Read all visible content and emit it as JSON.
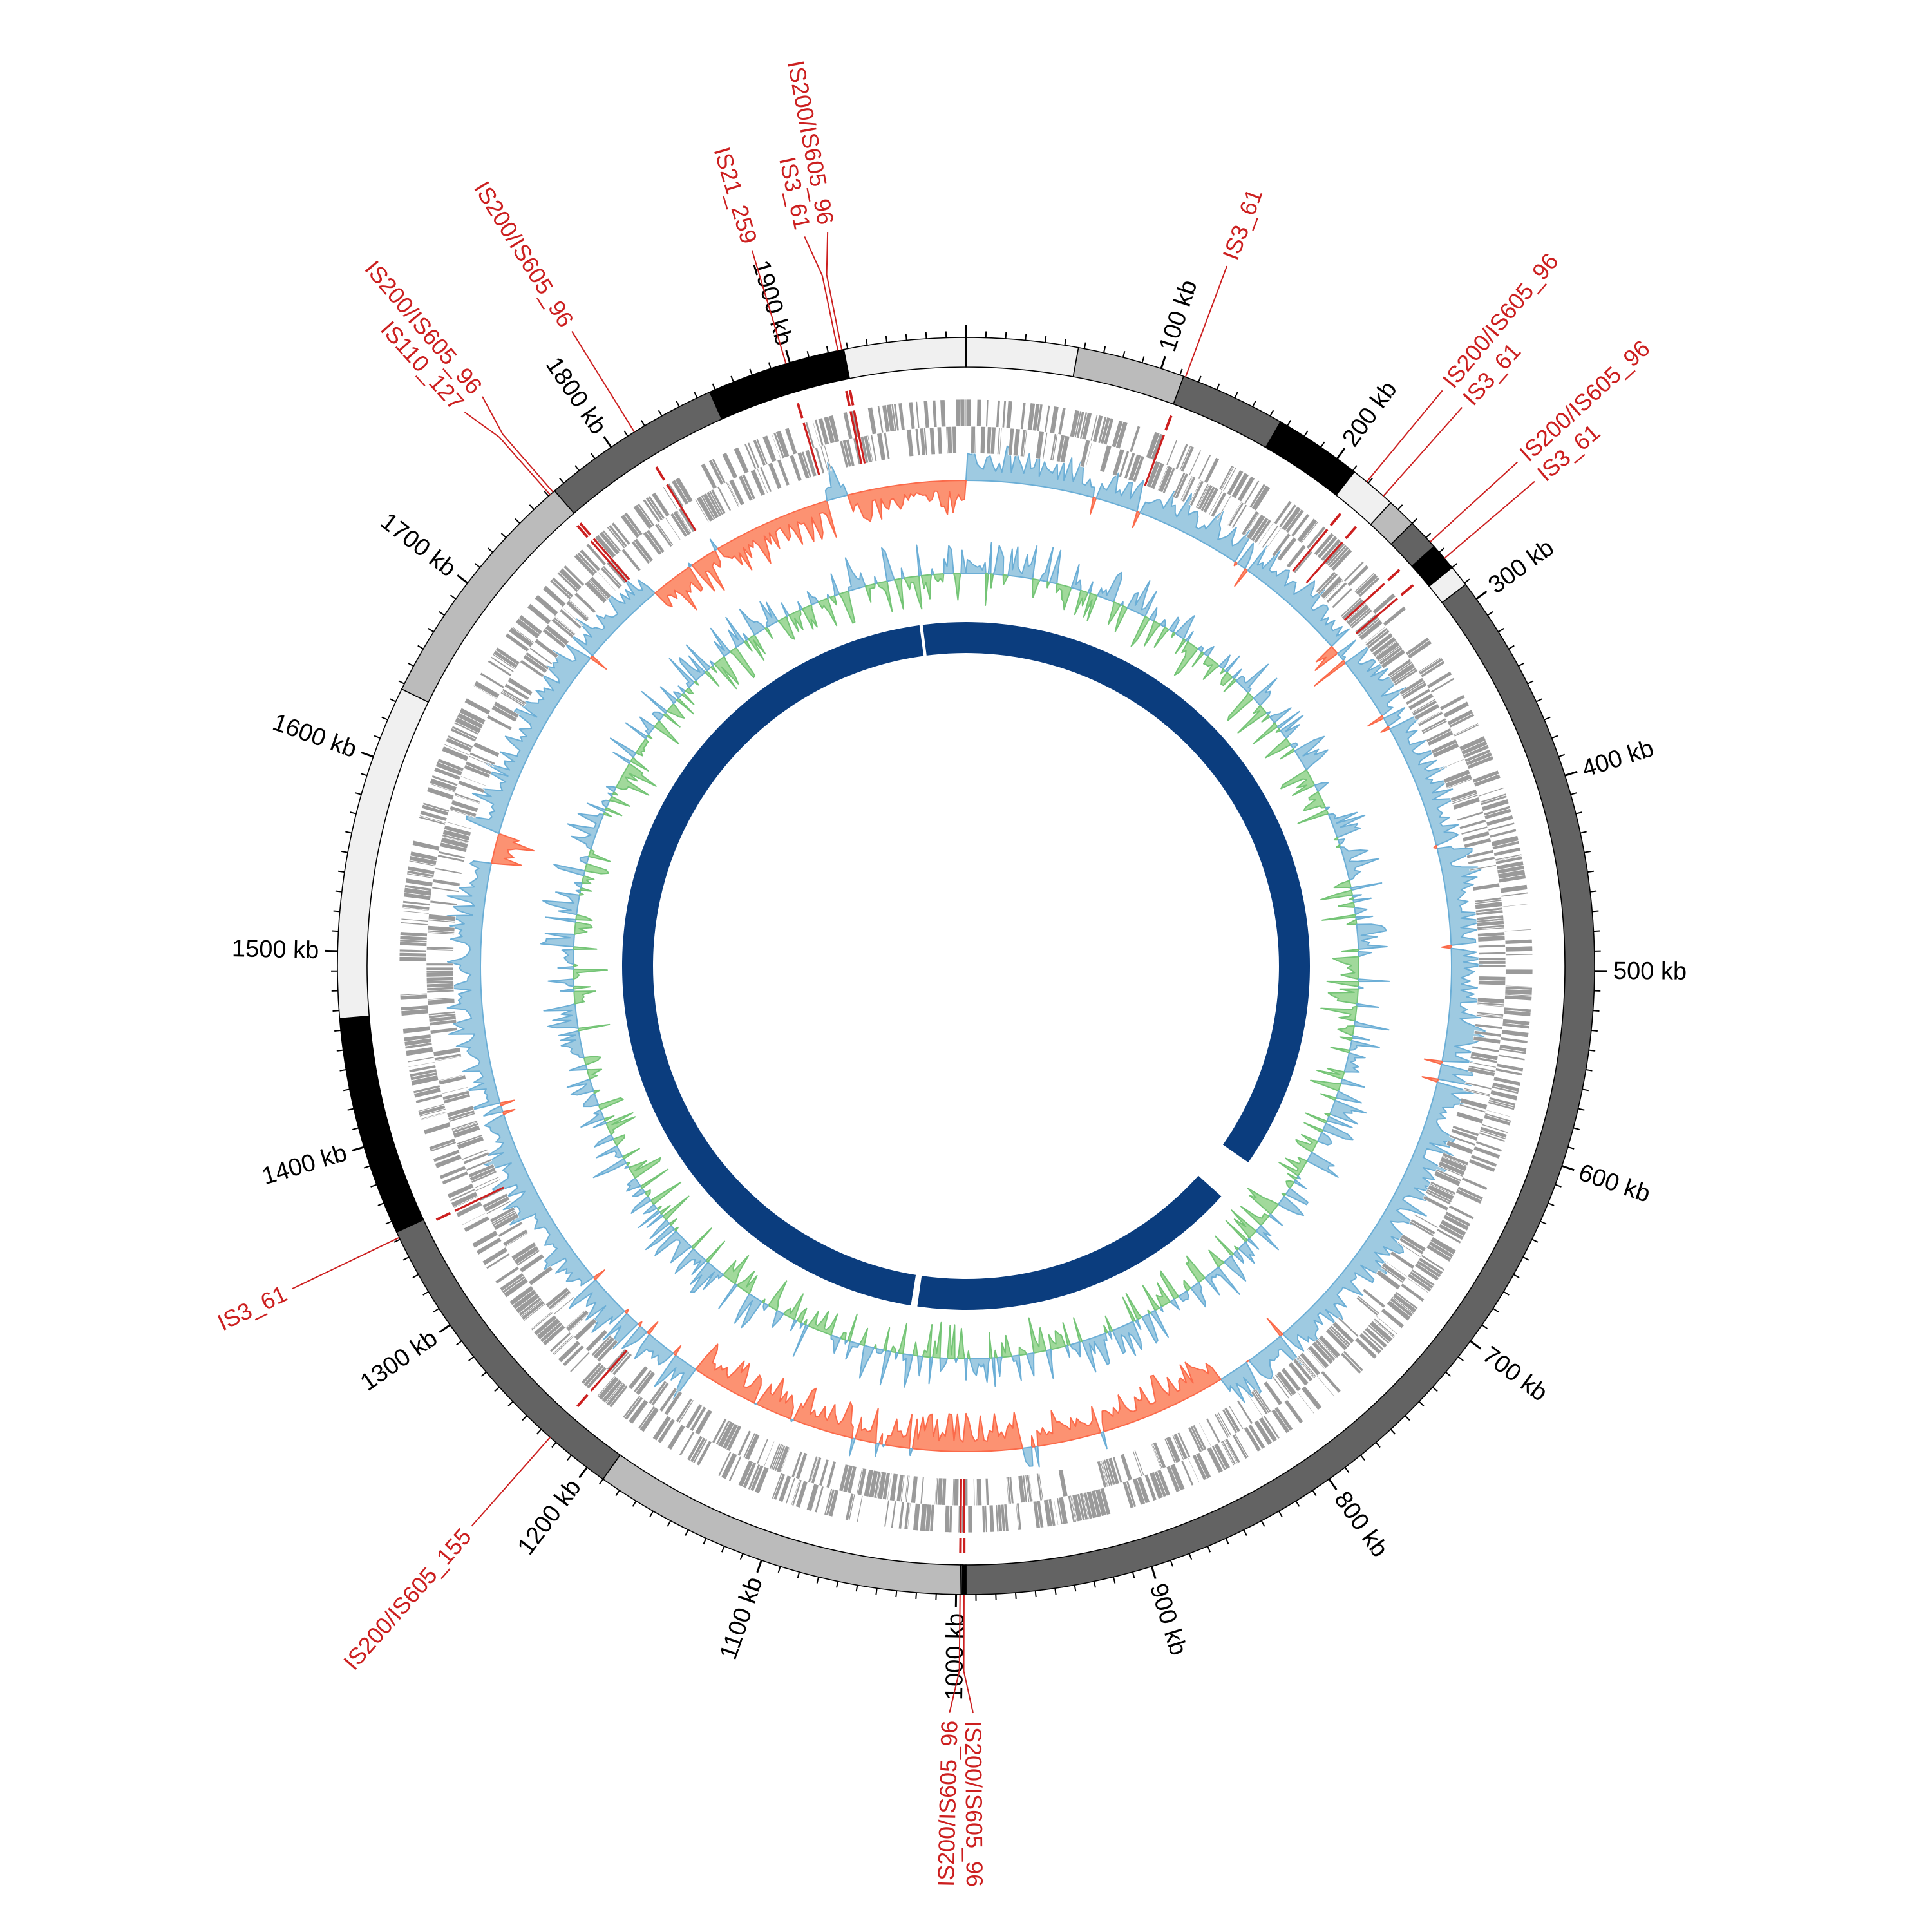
{
  "genome": {
    "length_kb": 1990,
    "unit": "kb",
    "major_tick_kb": 100,
    "minor_tick_kb": 10
  },
  "tick_labels": [
    "100 kb",
    "200 kb",
    "300 kb",
    "400 kb",
    "500 kb",
    "600 kb",
    "700 kb",
    "800 kb",
    "900 kb",
    "1000 kb",
    "1100 kb",
    "1200 kb",
    "1300 kb",
    "1400 kb",
    "1500 kb",
    "1600 kb",
    "1700 kb",
    "1800 kb",
    "1900 kb"
  ],
  "colors": {
    "band_light": "#f0f0f0",
    "band_mid": "#bbbbbb",
    "band_dark": "#636363",
    "band_black": "#000000",
    "gene": "#9a9a9a",
    "is_element": "#cc1f1f",
    "skew_pos_fill": "#9ecae1",
    "skew_pos_line": "#6baed6",
    "skew_neg_fill": "#fc9272",
    "skew_neg_line": "#fb6a4a",
    "gc_pos_fill": "#9ecae1",
    "gc_pos_line": "#6baed6",
    "gc_neg_fill": "#a1d99b",
    "gc_neg_line": "#74c476",
    "inner_ring": "#0b3d7e"
  },
  "ideogram_bands": [
    {
      "start": 0,
      "end": 57,
      "tone": "band_light"
    },
    {
      "start": 57,
      "end": 112,
      "tone": "band_mid"
    },
    {
      "start": 112,
      "end": 166,
      "tone": "band_dark"
    },
    {
      "start": 166,
      "end": 211,
      "tone": "band_black"
    },
    {
      "start": 211,
      "end": 235,
      "tone": "band_light"
    },
    {
      "start": 235,
      "end": 250,
      "tone": "band_mid"
    },
    {
      "start": 250,
      "end": 266,
      "tone": "band_dark"
    },
    {
      "start": 266,
      "end": 280,
      "tone": "band_black"
    },
    {
      "start": 280,
      "end": 291,
      "tone": "band_light"
    },
    {
      "start": 291,
      "end": 995,
      "tone": "band_dark"
    },
    {
      "start": 995,
      "end": 997,
      "tone": "band_black"
    },
    {
      "start": 997,
      "end": 998,
      "tone": "band_light"
    },
    {
      "start": 998,
      "end": 1190,
      "tone": "band_mid"
    },
    {
      "start": 1190,
      "end": 1354,
      "tone": "band_dark"
    },
    {
      "start": 1354,
      "end": 1466,
      "tone": "band_black"
    },
    {
      "start": 1466,
      "end": 1637,
      "tone": "band_light"
    },
    {
      "start": 1637,
      "end": 1764,
      "tone": "band_mid"
    },
    {
      "start": 1764,
      "end": 1857,
      "tone": "band_dark"
    },
    {
      "start": 1857,
      "end": 1928,
      "tone": "band_black"
    },
    {
      "start": 1928,
      "end": 1990,
      "tone": "band_light"
    }
  ],
  "is_elements": [
    {
      "label": "IS3_61",
      "position_kb": 113
    },
    {
      "label": "IS200/IS605_96",
      "position_kb": 219
    },
    {
      "label": "IS3_61",
      "position_kb": 230
    },
    {
      "label": "IS200/IS605_96",
      "position_kb": 263
    },
    {
      "label": "IS3_61",
      "position_kb": 274
    },
    {
      "label": "IS200/IS605_96",
      "position_kb": 996
    },
    {
      "label": "IS200/IS605_96",
      "position_kb": 998
    },
    {
      "label": "IS200/IS605_155",
      "position_kb": 1224
    },
    {
      "label": "IS3_61",
      "position_kb": 1351
    },
    {
      "label": "IS110_127",
      "position_kb": 1761
    },
    {
      "label": "IS200/IS605_96",
      "position_kb": 1763
    },
    {
      "label": "IS200/IS605_96",
      "position_kb": 1814
    },
    {
      "label": "IS21_259",
      "position_kb": 1898
    },
    {
      "label": "IS3_61",
      "position_kb": 1925
    },
    {
      "label": "IS200/IS605_96",
      "position_kb": 1927
    }
  ],
  "gc_skew_regions": [
    {
      "start": 0,
      "end": 270,
      "sign": 1
    },
    {
      "start": 270,
      "end": 285,
      "sign": -1
    },
    {
      "start": 285,
      "end": 821,
      "sign": 1
    },
    {
      "start": 821,
      "end": 1183,
      "sign": -1
    },
    {
      "start": 1183,
      "end": 1560,
      "sign": 1
    },
    {
      "start": 1560,
      "end": 1580,
      "sign": -1
    },
    {
      "start": 1580,
      "end": 1770,
      "sign": 1
    },
    {
      "start": 1770,
      "end": 1898,
      "sign": -1
    },
    {
      "start": 1898,
      "end": 1912,
      "sign": 1
    },
    {
      "start": 1912,
      "end": 1990,
      "sign": -1
    }
  ],
  "inner_ring_arcs": [
    {
      "start": 1950,
      "end": 2680
    },
    {
      "start": 730,
      "end": 1040
    },
    {
      "start": 1046,
      "end": 1947
    }
  ]
}
